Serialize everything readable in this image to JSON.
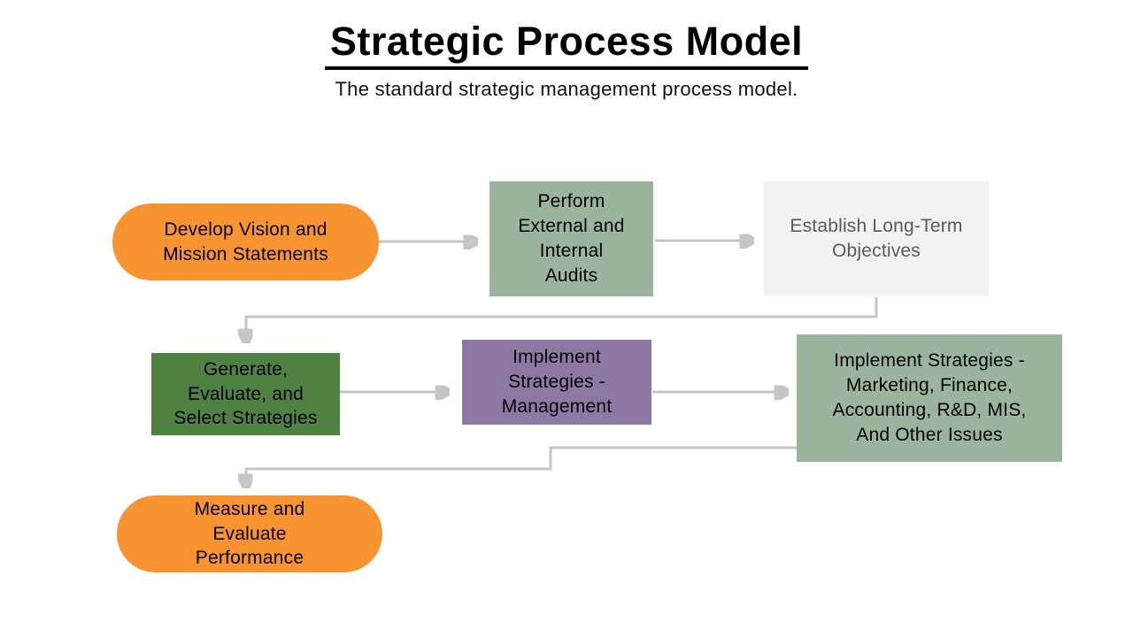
{
  "header": {
    "title": "Strategic Process Model",
    "subtitle": "The standard strategic management process model."
  },
  "diagram": {
    "connector_color": "#c6c6c6",
    "nodes": [
      {
        "id": "develop-vision",
        "label": "Develop Vision and\nMission Statements",
        "shape": "pill",
        "fill": "#F79431",
        "text_color": "#000000"
      },
      {
        "id": "perform-audits",
        "label": "Perform\nExternal and\nInternal\nAudits",
        "shape": "rect",
        "fill": "#9AB49E",
        "text_color": "#000000"
      },
      {
        "id": "establish-objectives",
        "label": "Establish Long-Term\nObjectives",
        "shape": "rect",
        "fill": "#F2F2F2",
        "text_color": "#595959"
      },
      {
        "id": "generate-strategies",
        "label": "Generate,\nEvaluate, and\nSelect Strategies",
        "shape": "rect",
        "fill": "#4F8142",
        "text_color": "#000000"
      },
      {
        "id": "implement-management",
        "label": "Implement\nStrategies -\nManagement",
        "shape": "rect",
        "fill": "#8D78A4",
        "text_color": "#000000"
      },
      {
        "id": "implement-functional",
        "label": "Implement Strategies -\nMarketing, Finance,\nAccounting, R&D, MIS,\nAnd Other Issues",
        "shape": "rect",
        "fill": "#9AB49E",
        "text_color": "#000000"
      },
      {
        "id": "measure-performance",
        "label": "Measure and\nEvaluate\nPerformance",
        "shape": "pill",
        "fill": "#F79431",
        "text_color": "#000000"
      }
    ]
  }
}
